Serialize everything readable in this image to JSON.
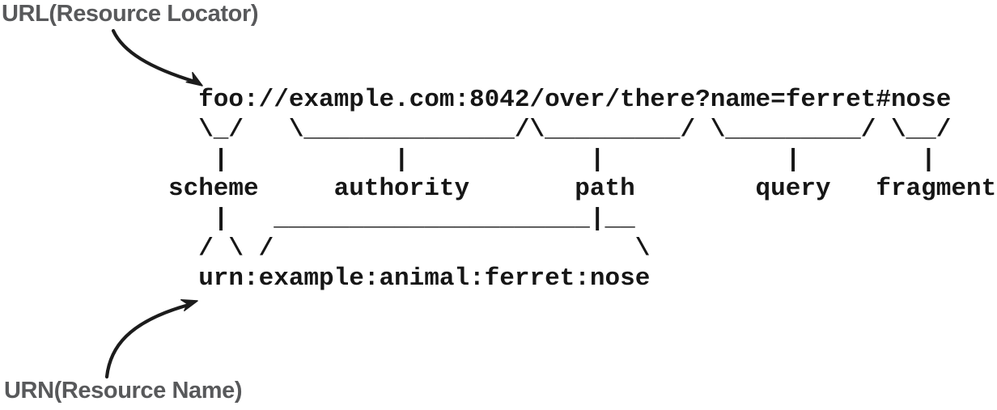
{
  "colors": {
    "background": "#ffffff",
    "label": "#58595b",
    "diagram_text": "#161616",
    "arrow": "#1c1c1c"
  },
  "annotations": {
    "url_label": "URL(Resource Locator)",
    "urn_label": "URN(Resource Name)"
  },
  "diagram": {
    "url_example": "foo://example.com:8042/over/there?name=ferret#nose",
    "urn_example": "urn:example:animal:ferret:nose",
    "component_labels": [
      "scheme",
      "authority",
      "path",
      "query",
      "fragment"
    ],
    "ascii_lines": [
      "  foo://example.com:8042/over/there?name=ferret#nose",
      "  \\_/   \\______________/\\_________/ \\_________/ \\__/",
      "   |           |            |            |        |",
      "scheme     authority       path        query   fragment",
      "   |   _____________________|__",
      "  / \\ /                        \\",
      "  urn:example:animal:ferret:nose"
    ]
  }
}
